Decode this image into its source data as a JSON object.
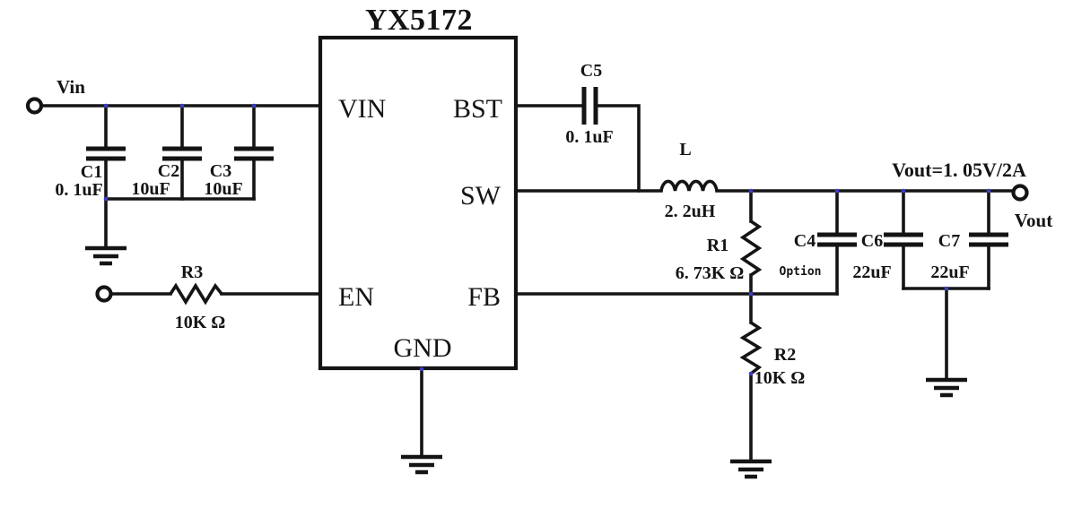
{
  "ic": {
    "title": "YX5172",
    "pins": {
      "vin": "VIN",
      "bst": "BST",
      "sw": "SW",
      "en": "EN",
      "fb": "FB",
      "gnd": "GND"
    }
  },
  "ports": {
    "vin": "Vin",
    "vout": "Vout",
    "vout_spec": "Vout=1. 05V/2A"
  },
  "components": {
    "c1": {
      "ref": "C1",
      "value": "0. 1uF"
    },
    "c2": {
      "ref": "C2",
      "value": "10uF"
    },
    "c3": {
      "ref": "C3",
      "value": "10uF"
    },
    "c5": {
      "ref": "C5",
      "value": "0. 1uF"
    },
    "l": {
      "ref": "L",
      "value": "2. 2uH"
    },
    "r1": {
      "ref": "R1",
      "value": "6. 73K Ω"
    },
    "r2": {
      "ref": "R2",
      "value": "10K Ω"
    },
    "r3": {
      "ref": "R3",
      "value": "10K Ω"
    },
    "c4": {
      "ref": "C4",
      "value": "Option"
    },
    "c6": {
      "ref": "C6",
      "value": "22uF"
    },
    "c7": {
      "ref": "C7",
      "value": "22uF"
    }
  },
  "colors": {
    "line": "#141414",
    "background": "#ffffff",
    "junction": "#3d3dc4"
  }
}
